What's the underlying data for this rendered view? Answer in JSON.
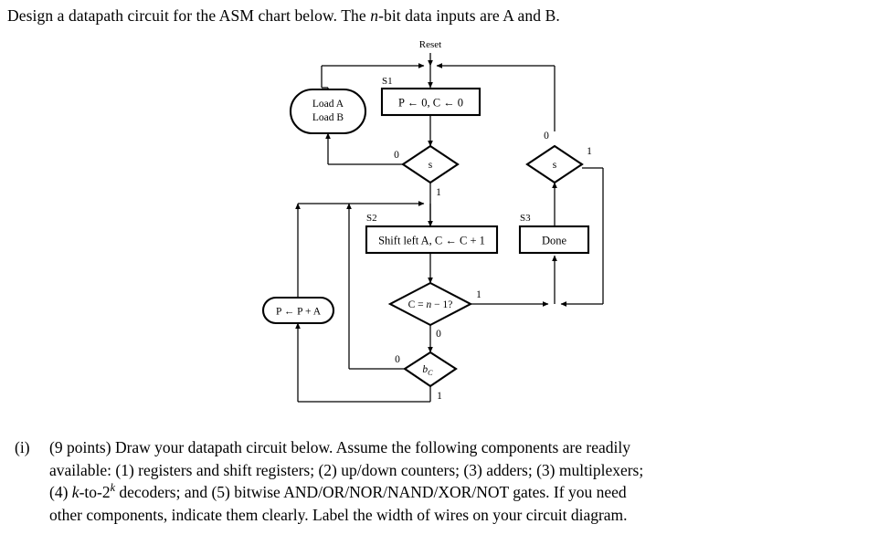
{
  "prompt": {
    "text_before_italic": "Design a datapath circuit for the ASM chart below.  The ",
    "italic_symbol": "n",
    "text_after_italic": "-bit data inputs are A and B."
  },
  "asm_chart": {
    "signals": {
      "reset_label": "Reset"
    },
    "states": [
      {
        "name": "S1",
        "action": "P ← 0, C ← 0"
      },
      {
        "name": "S2",
        "action": "Shift left A, C ← C + 1"
      },
      {
        "name": "S3",
        "action": "Done"
      }
    ],
    "conditional_outputs": [
      {
        "id": "load-ab",
        "line1": "Load A",
        "line2": "Load B"
      },
      {
        "id": "p-plus-a",
        "line1": "P ← P + A"
      }
    ],
    "decisions": [
      {
        "id": "s-left",
        "condition": "s",
        "false_label": "0",
        "true_label": "1"
      },
      {
        "id": "s-right",
        "condition": "s",
        "false_label": "0",
        "true_label": "1"
      },
      {
        "id": "c-count",
        "condition_prefix": "C = ",
        "condition_italic": "n",
        "condition_suffix": " − 1?",
        "false_label": "0",
        "true_label": "1"
      },
      {
        "id": "b-c",
        "condition_base": "b",
        "condition_sub": "C",
        "false_label": "0",
        "true_label": "1"
      }
    ]
  },
  "question": {
    "marker": "(i)",
    "line1_a": "(9 points) Draw your datapath circuit below.  Assume the following components are readily",
    "line2_a": "available: (1) registers and shift registers; (2) up/down counters; (3) adders; (3) multiplexers;",
    "line3_a": "(4) ",
    "line3_italic_k": "k",
    "line3_b": "-to-2",
    "line3_sup_k": "k",
    "line3_c": " decoders; and (5) bitwise AND/OR/NOR/NAND/XOR/NOT gates.  If you need",
    "line4_a": "other components, indicate them clearly. Label the width of wires on your circuit diagram."
  },
  "colors": {
    "ink": "#000000",
    "paper": "#ffffff"
  }
}
